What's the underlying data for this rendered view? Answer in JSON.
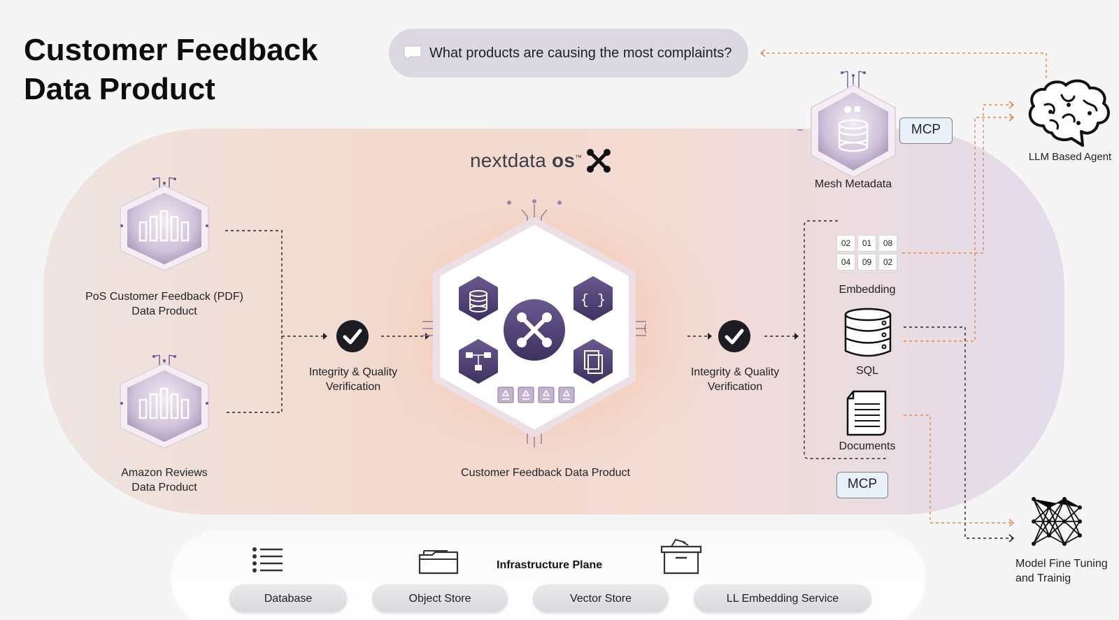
{
  "title": {
    "line1": "Customer Feedback",
    "line2": "Data Product"
  },
  "question": "What products are causing the most complaints?",
  "logo": {
    "text": "nextdata",
    "suffix": "os",
    "tm": "™"
  },
  "sources": [
    {
      "line1": "PoS Customer Feedback (PDF)",
      "line2": "Data Product"
    },
    {
      "line1": "Amazon Reviews",
      "line2": "Data Product"
    }
  ],
  "verification_left": {
    "line1": "Integrity & Quality",
    "line2": "Verification"
  },
  "verification_right": {
    "line1": "Integrity & Quality",
    "line2": "Verification"
  },
  "center_label": "Customer Feedback Data Product",
  "mesh_metadata": "Mesh Metadata",
  "mcp_top": "MCP",
  "mcp_bottom": "MCP",
  "embedding": {
    "label": "Embedding",
    "cells": [
      "02",
      "01",
      "08",
      "04",
      "09",
      "02"
    ]
  },
  "sql": "SQL",
  "documents": "Documents",
  "agent": "LLM  Based Agent",
  "fine_tuning": {
    "line1": "Model Fine Tuning",
    "line2": "and Trainig"
  },
  "infrastructure": {
    "label": "Infrastructure Plane",
    "items": [
      "Database",
      "Object Store",
      "Vector Store",
      "LL Embedding Service"
    ]
  },
  "colors": {
    "accent": "#4e3f73",
    "orange": "#e8874f",
    "panel": "#f1dcd4",
    "pill": "#dcd8e2"
  }
}
